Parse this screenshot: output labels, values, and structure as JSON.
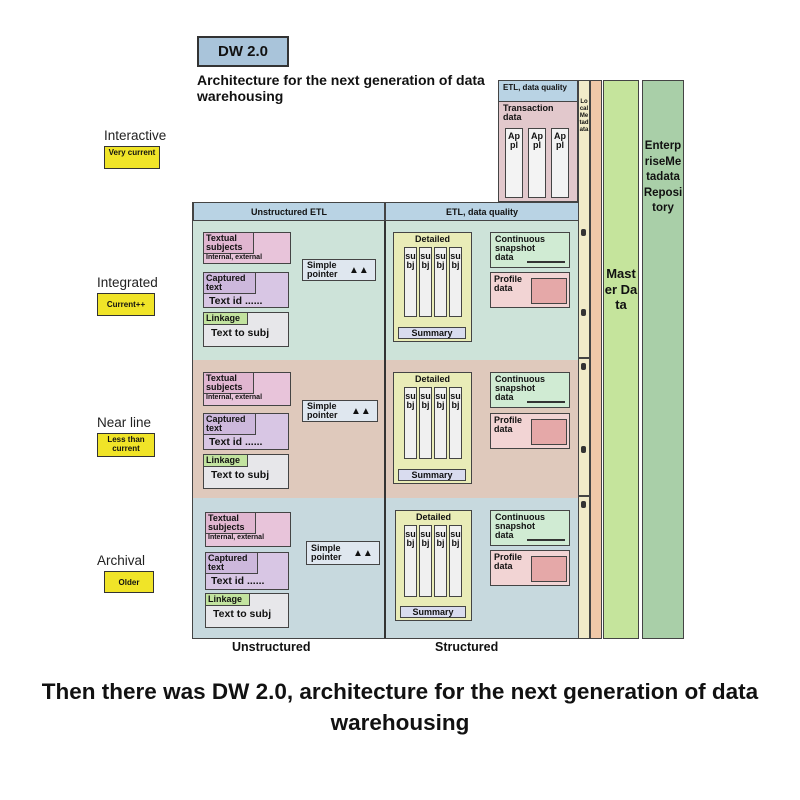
{
  "title": "DW 2.0",
  "subtitle": "Architecture for the next generation of data warehousing",
  "tiers": [
    {
      "label": "Interactive",
      "badge": "Very current"
    },
    {
      "label": "Integrated",
      "badge": "Current++"
    },
    {
      "label": "Near line",
      "badge": "Less than current"
    },
    {
      "label": "Archival",
      "badge": "Older"
    }
  ],
  "interactive": {
    "etl": "ETL, data quality",
    "transaction": "Transaction data",
    "appl": "Appl",
    "local_metadata": "Local Metadata"
  },
  "headers": {
    "unstructured_etl": "Unstructured ETL",
    "structured_etl": "ETL, data quality"
  },
  "unstructured": {
    "textual_subjects": "Textual subjects",
    "internal_external": "Internal, external",
    "captured_text": "Captured text",
    "text_id": "Text id ......",
    "linkage": "Linkage",
    "text_to_subj": "Text to subj",
    "simple_pointer": "Simple pointer"
  },
  "structured": {
    "detailed": "Detailed",
    "subj": "subj",
    "summary": "Summary",
    "continuous": "Continuous snapshot data",
    "profile": "Profile data"
  },
  "master_data": "Master Data",
  "enterprise_metadata": "EnterpriseMetadataRepository",
  "footer": {
    "unstructured": "Unstructured",
    "structured": "Structured"
  },
  "caption": "Then there was DW 2.0, architecture for the next generation of data warehousing",
  "colors": {
    "integrated_band": "#cde3d9",
    "nearline_band": "#dfc9bc",
    "archival_band": "#c7d9de",
    "header_blue": "#b9d3e4",
    "badge_yellow": "#f0e428",
    "textual_pink": "#e8c4da",
    "captured_lilac": "#d8c6e4",
    "linkage_green": "#c2e39f",
    "master_green": "#c5e49c",
    "enterprise_green": "#a9cfa8"
  }
}
